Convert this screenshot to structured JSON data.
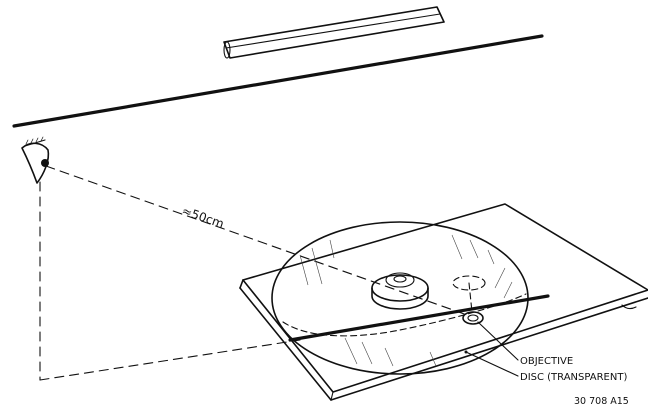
{
  "labels": {
    "distance": "≈50cm",
    "objective": "OBJECTIVE",
    "disc": "DISC (TRANSPARENT)",
    "figure_code": "30 708 A15"
  }
}
